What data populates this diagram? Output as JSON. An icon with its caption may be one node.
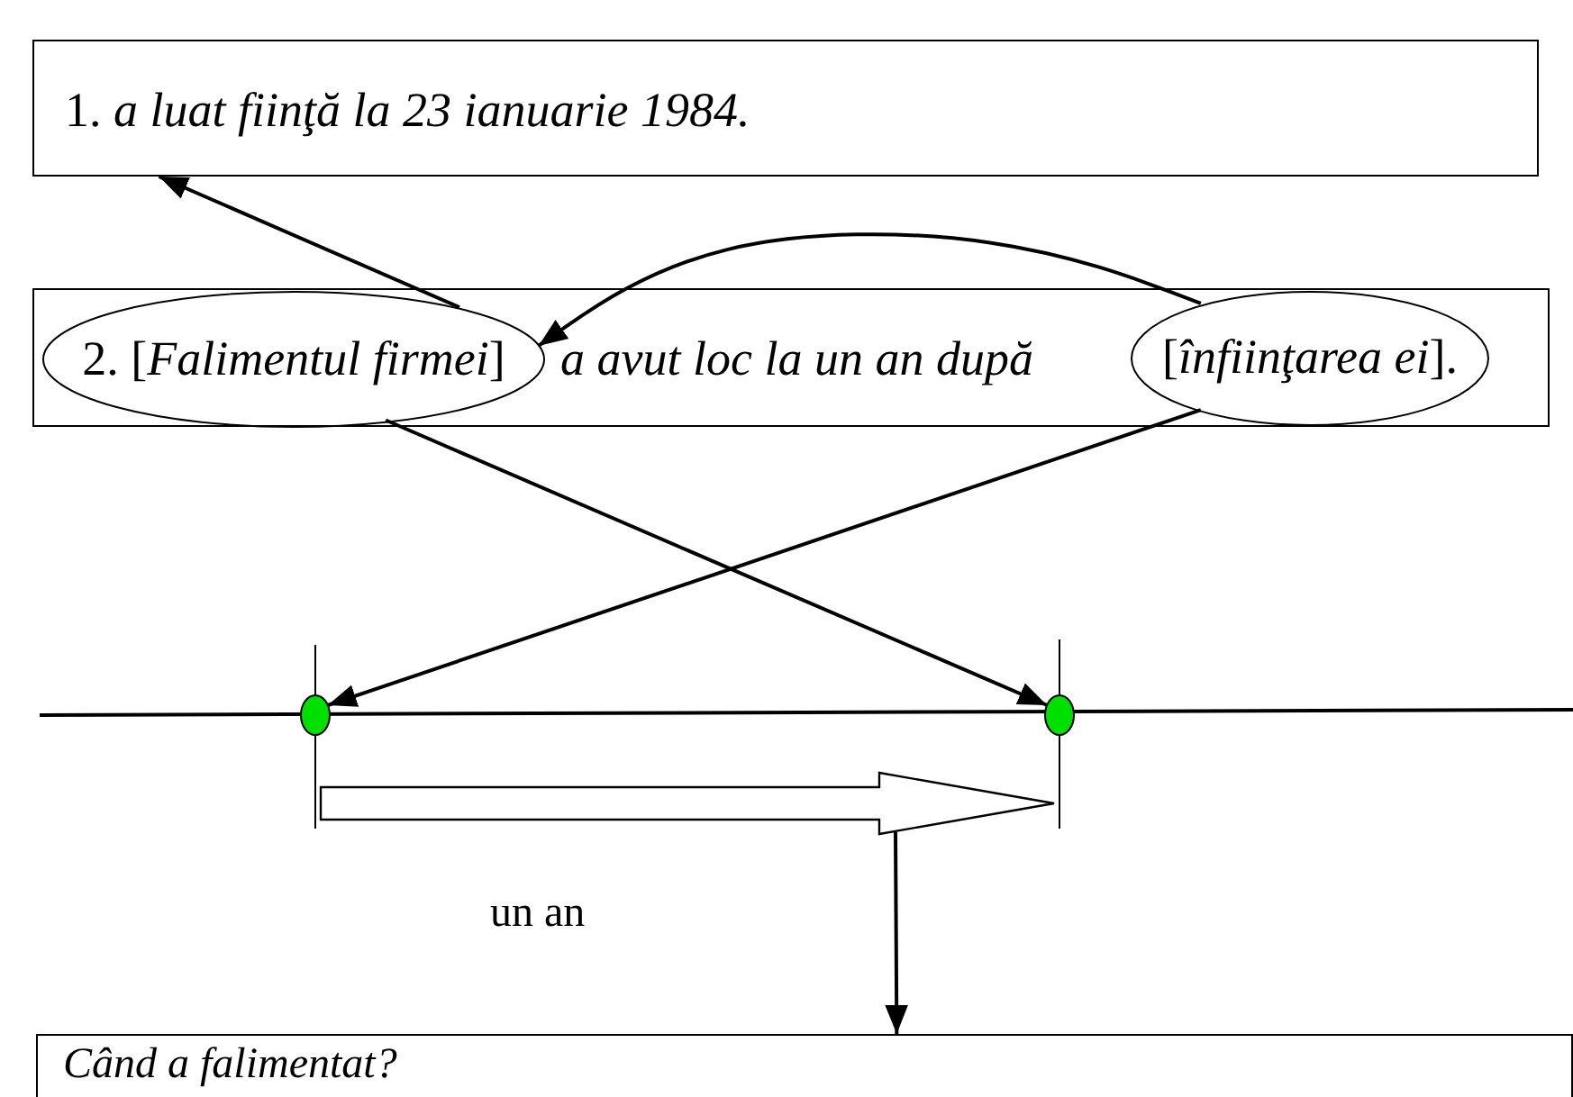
{
  "diagram": {
    "nodes": [
      {
        "text": [
          "1. *a luat fiinţă la 23 ianuarie 1984.*"
        ]
      },
      {
        "text": [
          "a avut loc la un an după"
        ]
      },
      {
        "text": [
          "2. [*Falimentul firmei*]"
        ],
        "in": 1
      },
      {
        "text": [
          "[*înfiinţarea ei*]."
        ],
        "in": 1
      },
      {
        "text": [],
        "shape": "circle"
      },
      {
        "text": [],
        "shape": "circle"
      },
      {
        "text": [
          "Când a falimentat?"
        ]
      }
    ],
    "edges": [
      {
        "from": 2,
        "to": 0,
        "arrow": "to"
      },
      {
        "from": 3,
        "to": 2,
        "arrow": "to"
      },
      {
        "from": 2,
        "to": 5,
        "arrow": "to"
      },
      {
        "from": 3,
        "to": 4,
        "arrow": "to"
      },
      {
        "from": null,
        "to": 6,
        "arrow": "to"
      }
    ],
    "labels": [
      "un an"
    ]
  }
}
